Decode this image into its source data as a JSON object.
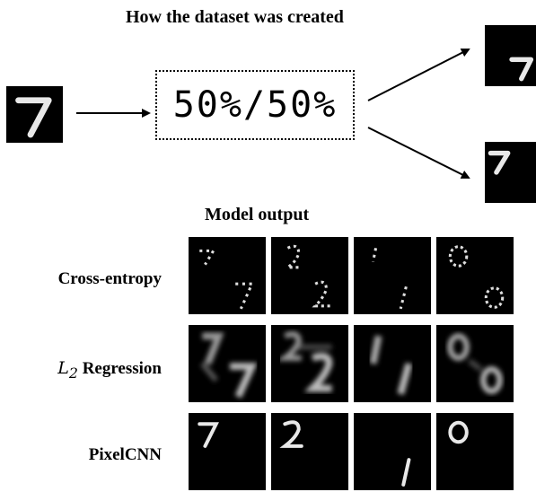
{
  "titles": {
    "top": "How the dataset was created",
    "model": "Model output"
  },
  "ratio_text": "50%/50%",
  "rows": [
    {
      "label": "Cross-entropy"
    },
    {
      "label_math": "L",
      "label_sub": "2",
      "label_rest": " Regression"
    },
    {
      "label": "PixelCNN"
    }
  ],
  "digits": [
    "7",
    "2",
    "1",
    "0"
  ]
}
